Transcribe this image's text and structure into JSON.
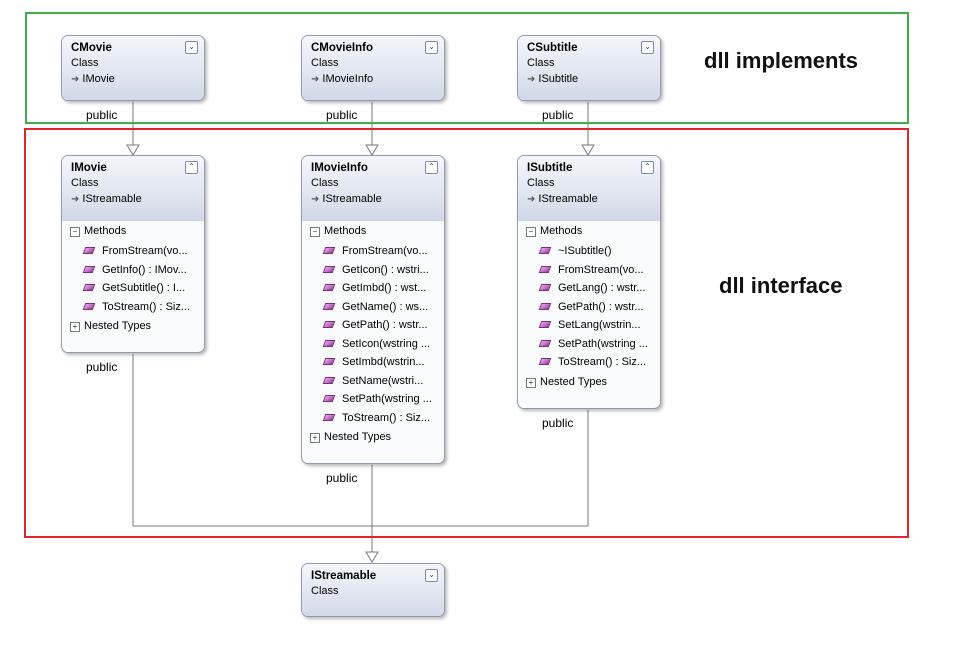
{
  "regions": {
    "implements_label": "dll implements",
    "interface_label": "dll interface"
  },
  "colors": {
    "implements_border": "#3fae49",
    "interface_border": "#e0262d",
    "method_icon": "#a84aae"
  },
  "edge_label": "public",
  "classes": {
    "cmovie": {
      "name": "CMovie",
      "kind": "Class",
      "base": "IMovie"
    },
    "cmovieinfo": {
      "name": "CMovieInfo",
      "kind": "Class",
      "base": "IMovieInfo"
    },
    "csubtitle": {
      "name": "CSubtitle",
      "kind": "Class",
      "base": "ISubtitle"
    },
    "imovie": {
      "name": "IMovie",
      "kind": "Class",
      "base": "IStreamable",
      "methods_label": "Methods",
      "methods": [
        "FromStream(vo...",
        "GetInfo() : IMov...",
        "GetSubtitle() : I...",
        "ToStream() : Siz..."
      ],
      "nested_label": "Nested Types"
    },
    "imovieinfo": {
      "name": "IMovieInfo",
      "kind": "Class",
      "base": "IStreamable",
      "methods_label": "Methods",
      "methods": [
        "FromStream(vo...",
        "GetIcon() : wstri...",
        "GetImbd() : wst...",
        "GetName() : ws...",
        "GetPath() : wstr...",
        "SetIcon(wstring ...",
        "SetImbd(wstrin...",
        "SetName(wstri...",
        "SetPath(wstring ...",
        "ToStream() : Siz..."
      ],
      "nested_label": "Nested Types"
    },
    "isubtitle": {
      "name": "ISubtitle",
      "kind": "Class",
      "base": "IStreamable",
      "methods_label": "Methods",
      "methods": [
        "~ISubtitle()",
        "FromStream(vo...",
        "GetLang() : wstr...",
        "GetPath() : wstr...",
        "SetLang(wstrin...",
        "SetPath(wstring ...",
        "ToStream() : Siz..."
      ],
      "nested_label": "Nested Types"
    },
    "istreamable": {
      "name": "IStreamable",
      "kind": "Class"
    }
  },
  "toggles": {
    "expand": "⌄",
    "collapse": "⌃",
    "plus": "+",
    "minus": "−",
    "inherit": "➜"
  }
}
